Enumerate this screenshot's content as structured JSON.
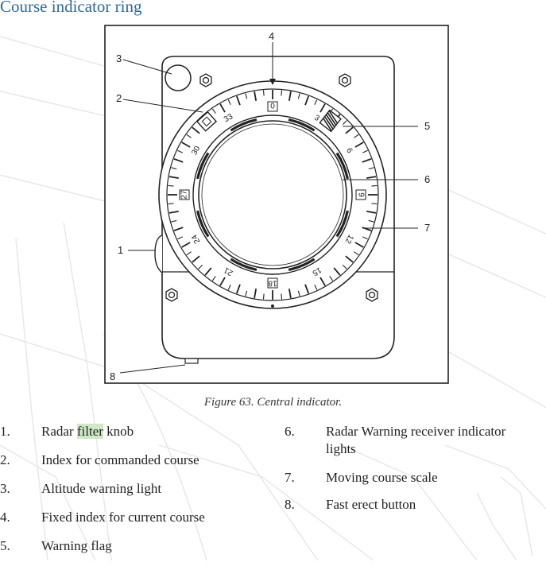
{
  "page": {
    "heading": "Course indicator ring"
  },
  "figure": {
    "caption": "Figure 63.  Central indicator.",
    "callouts": [
      "1",
      "2",
      "3",
      "4",
      "5",
      "6",
      "7",
      "8"
    ],
    "dial_labels": [
      "0",
      "3",
      "6",
      "9",
      "12",
      "15",
      "18",
      "21",
      "24",
      "27",
      "30",
      "33"
    ]
  },
  "legend": {
    "items": [
      {
        "num": "1.",
        "before": "Radar ",
        "highlight": "filter",
        "after": " knob"
      },
      {
        "num": "2.",
        "before": "Index for commanded course",
        "highlight": "",
        "after": ""
      },
      {
        "num": "3.",
        "before": "Altitude warning light",
        "highlight": "",
        "after": ""
      },
      {
        "num": "4.",
        "before": "Fixed index for current course",
        "highlight": "",
        "after": ""
      },
      {
        "num": "5.",
        "before": "Warning flag",
        "highlight": "",
        "after": ""
      },
      {
        "num": "6.",
        "before": "Radar Warning receiver indicator lights",
        "highlight": "",
        "after": ""
      },
      {
        "num": "7.",
        "before": "Moving course scale",
        "highlight": "",
        "after": ""
      },
      {
        "num": "8.",
        "before": "Fast erect button",
        "highlight": "",
        "after": ""
      }
    ]
  },
  "colors": {
    "heading": "#2f6a9c",
    "highlight": "#cfe8c7",
    "watermark": "#e4e4e4"
  }
}
